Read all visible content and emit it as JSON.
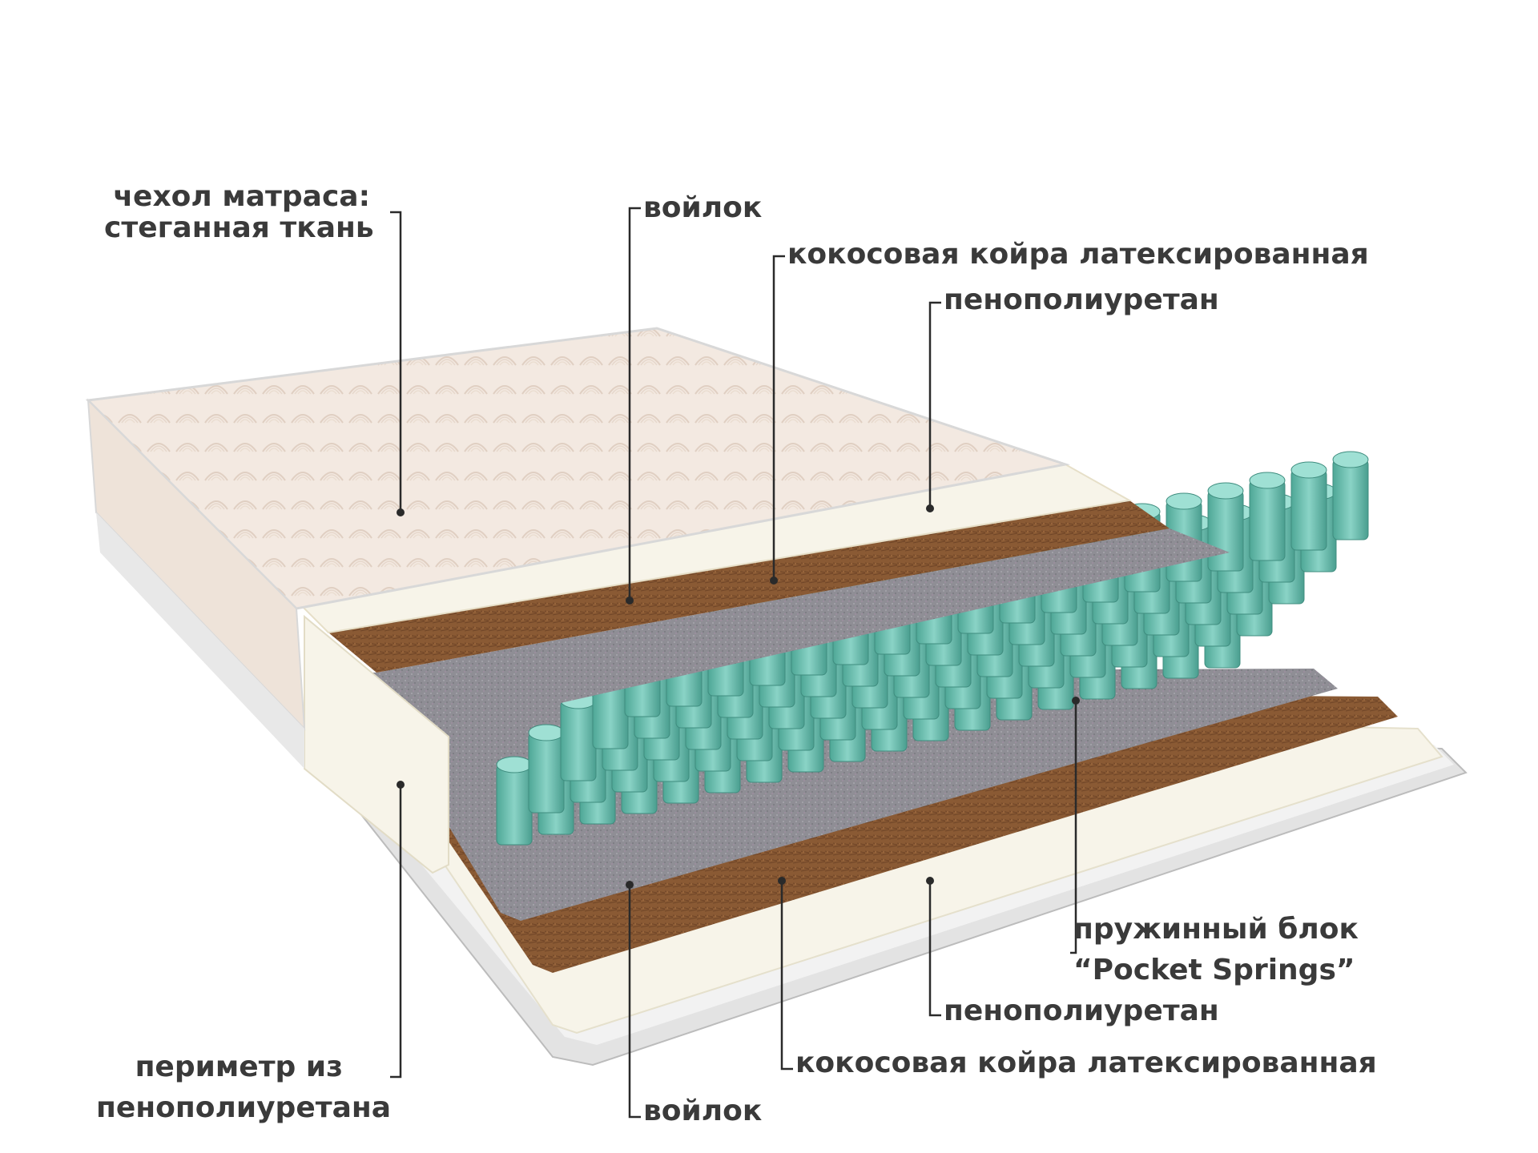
{
  "colors": {
    "text": "#3a3a3a",
    "leader": "#2a2a2a",
    "cover": "#f3e9e1",
    "cover_pattern": "#e2d2c6",
    "foam": "#f7f4e9",
    "coir": "#8a5a34",
    "felt": "#8f8e95",
    "springs": "#6fbfb2",
    "border_edge": "#c9c9c9"
  },
  "labels": {
    "cover_line1": "чехол матраса:",
    "cover_line2": "стеганная ткань",
    "felt_top": "войлок",
    "coir_top": "кокосовая койра латексированная",
    "foam_top": "пенополиуретан",
    "springs_line1": "пружинный блок",
    "springs_line2": "“Pocket Springs”",
    "foam_bottom": "пенополиуретан",
    "coir_bottom": "кокосовая койра латексированная",
    "perimeter_line1": "периметр из",
    "perimeter_line2": "пенополиуретана",
    "felt_bottom": "войлок"
  }
}
